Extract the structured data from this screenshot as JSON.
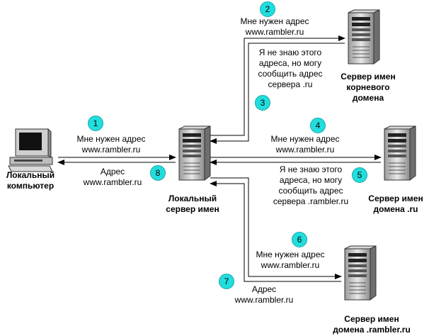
{
  "nodes": {
    "local_computer": "Локальный\nкомпьютер",
    "local_server": "Локальный\nсервер имен",
    "root_server": "Сервер имен\nкорневого\nдомена",
    "ru_server": "Сервер имен\nдомена .ru",
    "rambler_server": "Сервер имен\nдомена .rambler.ru"
  },
  "messages": {
    "m1": "Мне нужен адрес\nwww.rambler.ru",
    "m2": "Мне нужен адрес\nwww.rambler.ru",
    "m3": "Я не знаю этого\nадреса, но могу\nсообщить адрес\nсервера .ru",
    "m4": "Мне нужен адрес\nwww.rambler.ru",
    "m5": "Я не знаю этого\nадреса, но могу\nсообщить адрес\nсервера .rambler.ru",
    "m6": "Мне нужен адрес\nwww.rambler.ru",
    "m7": "Адрес\nwww.rambler.ru",
    "m8": "Адрес\nwww.rambler.ru"
  },
  "steps": [
    "1",
    "2",
    "3",
    "4",
    "5",
    "6",
    "7",
    "8"
  ],
  "colors": {
    "step_fill": "#22dddd",
    "line": "#000000"
  }
}
